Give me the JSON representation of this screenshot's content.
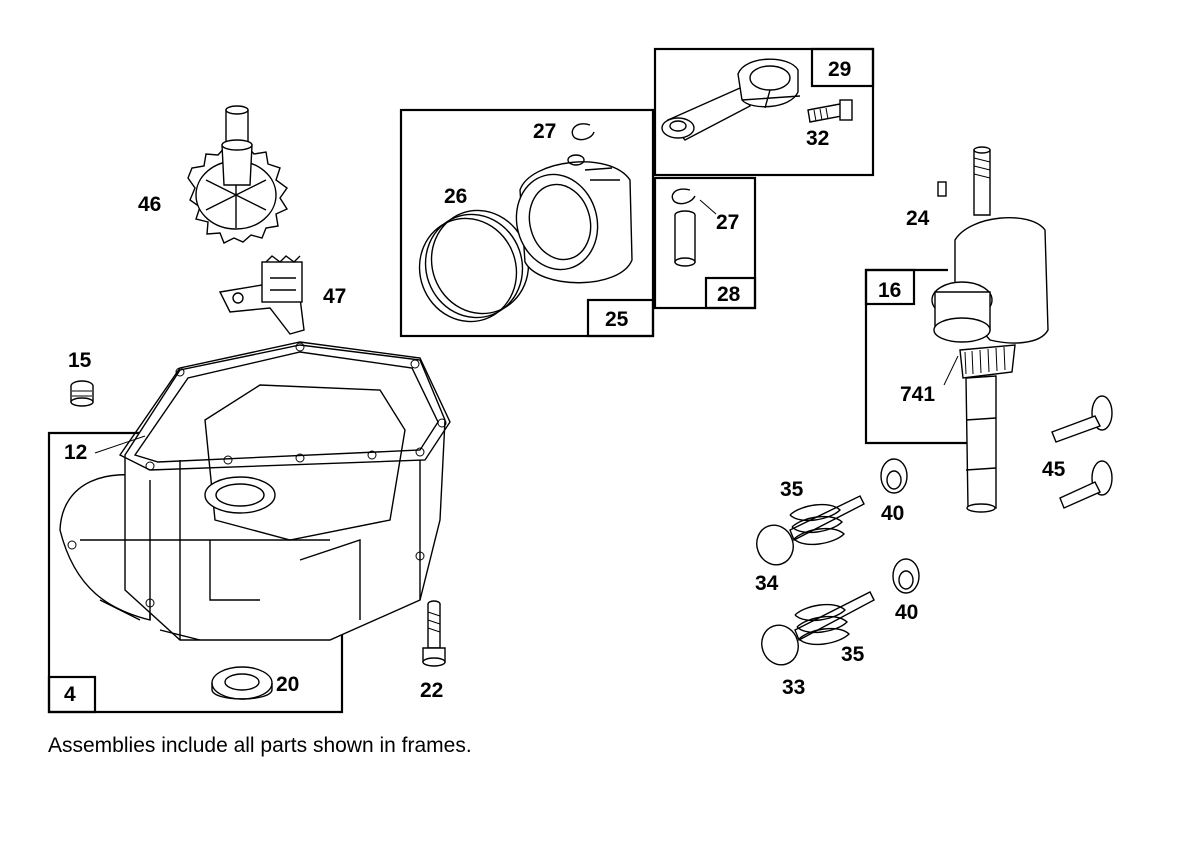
{
  "note": "Assemblies include all parts shown in frames.",
  "labels": {
    "p4": "4",
    "p12": "12",
    "p15": "15",
    "p16": "16",
    "p20": "20",
    "p22": "22",
    "p24": "24",
    "p25": "25",
    "p26": "26",
    "p27a": "27",
    "p27b": "27",
    "p28": "28",
    "p29": "29",
    "p32": "32",
    "p33": "33",
    "p34": "34",
    "p35a": "35",
    "p35b": "35",
    "p40a": "40",
    "p40b": "40",
    "p45": "45",
    "p46": "46",
    "p47": "47",
    "p741": "741"
  }
}
